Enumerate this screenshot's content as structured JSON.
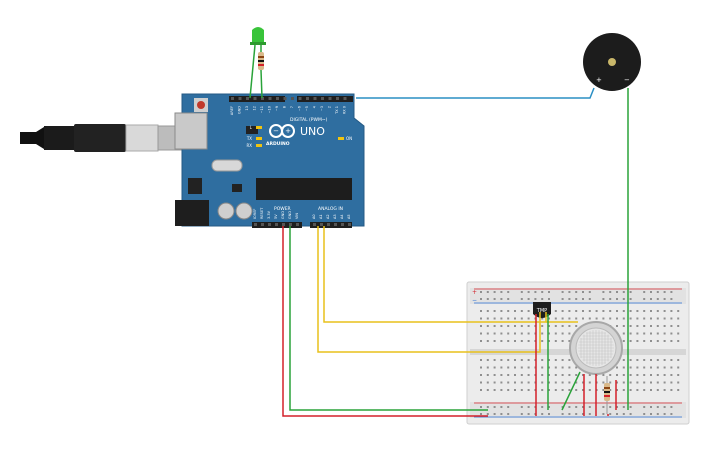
{
  "arduino": {
    "brand_wordmark": "ARDUINO",
    "model_label": "UNO",
    "digital_header_label": "DIGITAL (PWM~)",
    "power_header_label": "POWER",
    "analog_header_label": "ANALOG IN",
    "led_labels": [
      "L",
      "TX",
      "RX"
    ],
    "on_label": "ON",
    "digital_pins": [
      "AREF",
      "GND",
      "13",
      "12",
      "~11",
      "~10",
      "~9",
      "8",
      "7",
      "~6",
      "~5",
      "4",
      "~3",
      "2",
      "TX 1",
      "RX 0"
    ],
    "power_pins": [
      "IOREF",
      "RESET",
      "3.3V",
      "5V",
      "GND",
      "GND",
      "VIN"
    ],
    "analog_pins": [
      "A0",
      "A1",
      "A2",
      "A3",
      "A4",
      "A5"
    ]
  },
  "buzzer": {
    "plus_label": "+",
    "minus_label": "−"
  },
  "sensor": {
    "tmp_label": "TMP"
  },
  "breadboard": {
    "rail_plus_label": "+",
    "rail_minus_label": "−"
  },
  "colors": {
    "board": "#2f6ea0",
    "wire_red": "#d4202a",
    "wire_green": "#2aa33a",
    "wire_yellow": "#e8c11c",
    "wire_blue": "#2a8fc4",
    "led": "#39c43a"
  }
}
